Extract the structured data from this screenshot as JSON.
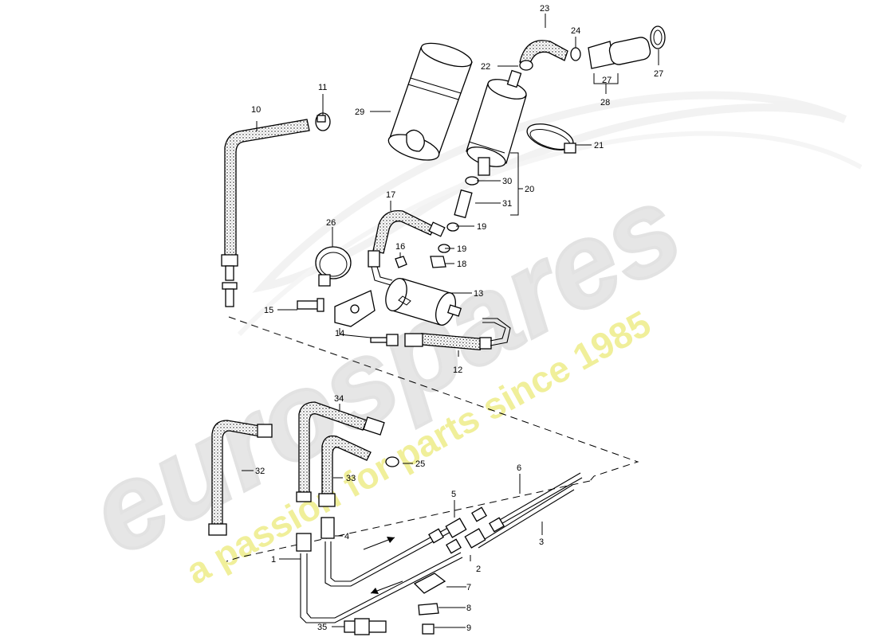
{
  "watermark": {
    "brand": "eurospares",
    "tagline": "a passion for parts since 1985",
    "brand_color": "#e6e6e6",
    "tagline_color": "#f0ef9a"
  },
  "callouts": [
    {
      "n": "1"
    },
    {
      "n": "2"
    },
    {
      "n": "3"
    },
    {
      "n": "4"
    },
    {
      "n": "5"
    },
    {
      "n": "6"
    },
    {
      "n": "7"
    },
    {
      "n": "8"
    },
    {
      "n": "9"
    },
    {
      "n": "10"
    },
    {
      "n": "11"
    },
    {
      "n": "12"
    },
    {
      "n": "13"
    },
    {
      "n": "14"
    },
    {
      "n": "15"
    },
    {
      "n": "16"
    },
    {
      "n": "17"
    },
    {
      "n": "18"
    },
    {
      "n": "19"
    },
    {
      "n": "19"
    },
    {
      "n": "20"
    },
    {
      "n": "21"
    },
    {
      "n": "22"
    },
    {
      "n": "23"
    },
    {
      "n": "24"
    },
    {
      "n": "25"
    },
    {
      "n": "26"
    },
    {
      "n": "27"
    },
    {
      "n": "27"
    },
    {
      "n": "28"
    },
    {
      "n": "29"
    },
    {
      "n": "30"
    },
    {
      "n": "31"
    },
    {
      "n": "32"
    },
    {
      "n": "33"
    },
    {
      "n": "34"
    },
    {
      "n": "35"
    }
  ]
}
